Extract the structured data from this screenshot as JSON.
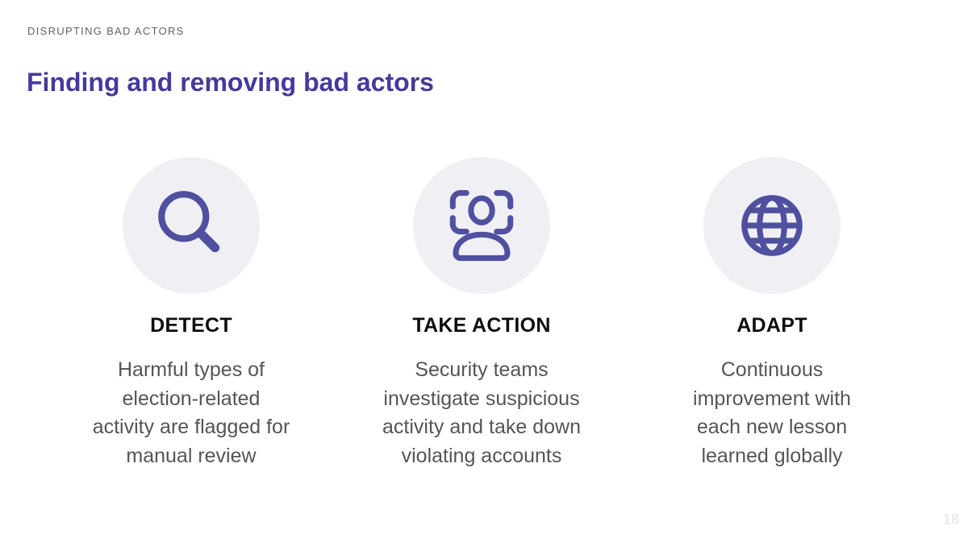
{
  "slide": {
    "eyebrow": "DISRUPTING BAD ACTORS",
    "title": "Finding and removing bad actors",
    "page_number": "18",
    "colors": {
      "title": "#443A9C",
      "icon_stroke": "#4F509F",
      "icon_circle_bg": "#F0EFF3",
      "eyebrow": "#616163",
      "heading": "#0E0E0E",
      "body": "#545559",
      "page_number": "#EBEBEC",
      "background": "#FFFFFF"
    },
    "columns": [
      {
        "icon": "magnifier-icon",
        "heading": "DETECT",
        "body": "Harmful types of\nelection-related\nactivity are flagged for\nmanual review"
      },
      {
        "icon": "face-scan-icon",
        "heading": "TAKE ACTION",
        "body": "Security teams\ninvestigate suspicious\nactivity and take down\nviolating accounts"
      },
      {
        "icon": "globe-icon",
        "heading": "ADAPT",
        "body": "Continuous\nimprovement with\neach new lesson\nlearned globally"
      }
    ]
  }
}
